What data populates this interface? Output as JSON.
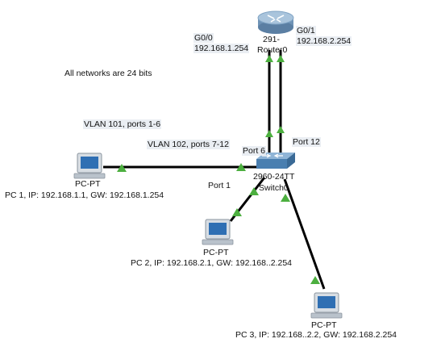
{
  "note": "All networks are 24 bits",
  "router": {
    "model": "291-",
    "name": "Router0",
    "g00": {
      "label": "G0/0",
      "ip": "192.168.1.254"
    },
    "g01": {
      "label": "G0/1",
      "ip": "192.168.2.254"
    }
  },
  "vlans": {
    "v101": "VLAN 101, ports 1-6",
    "v102": "VLAN 102, ports 7-12"
  },
  "switch": {
    "model": "2960-24TT",
    "name": "Switch0",
    "port6": "Port 6",
    "port12": "Port 12",
    "port1": "Port 1"
  },
  "pcs": [
    {
      "type": "PC-PT",
      "info": "PC 1, IP: 192.168.1.1,  GW: 192.168.1.254"
    },
    {
      "type": "PC-PT",
      "info": "PC 2,  IP: 192.168.2.1,  GW: 192.168..2.254"
    },
    {
      "type": "PC-PT",
      "info": "PC 3,  IP: 192.168..2.2,  GW: 192.168.2.254"
    }
  ],
  "colors": {
    "link": "#000000",
    "link_indicator": "#4caf3f",
    "router_body": "#7fa3c4",
    "switch_body": "#4a7fb0",
    "pc_screen": "#2f6fb3"
  }
}
